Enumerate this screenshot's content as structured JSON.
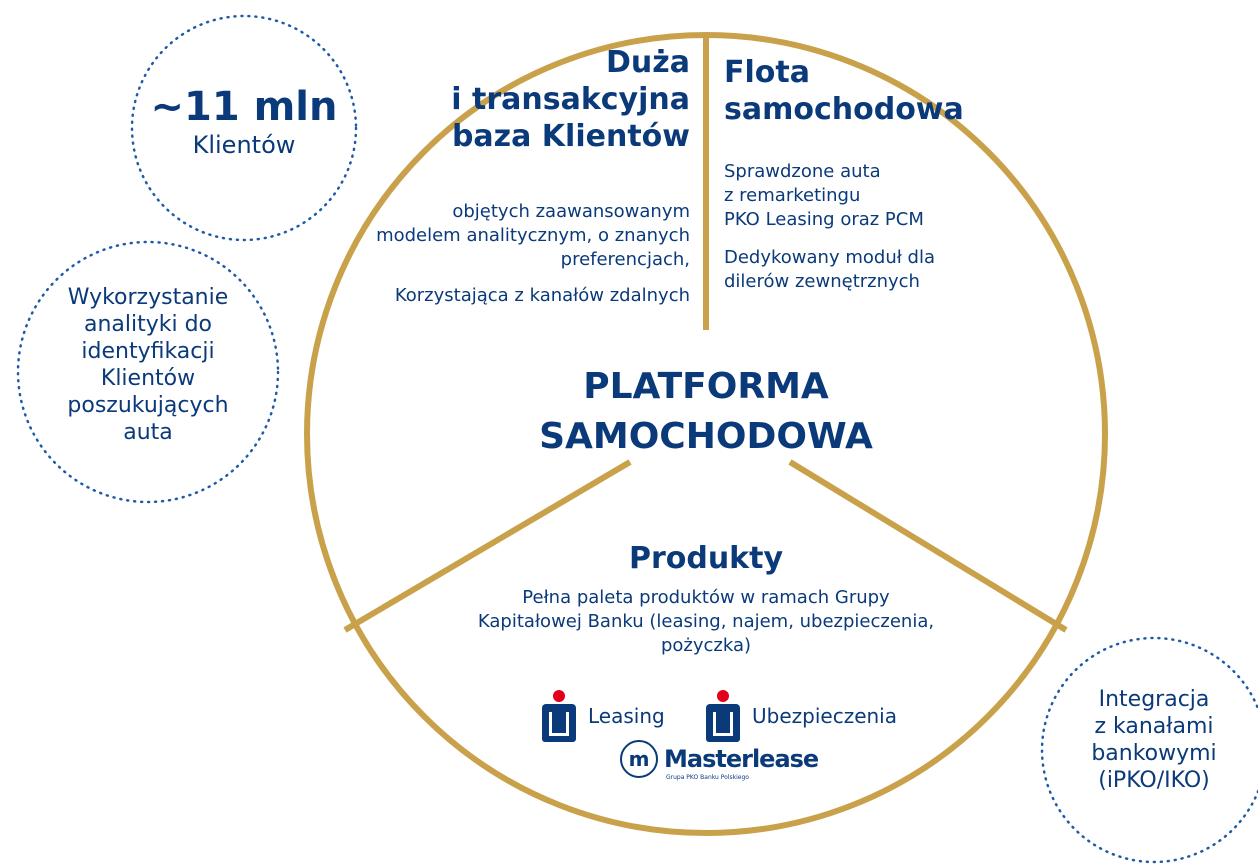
{
  "colors": {
    "gold": "#c9a14a",
    "navy": "#0b3a7a",
    "dots": "#1f5aa6",
    "pko_red": "#e3001b"
  },
  "center": {
    "line1": "PLATFORMA",
    "line2": "SAMOCHODOWA"
  },
  "left_section": {
    "title_1": "Duża",
    "title_2": "i transakcyjna",
    "title_3": "baza Klientów",
    "text_1": "objętych zaawansowanym",
    "text_2": "modelem analitycznym, o znanych",
    "text_3": "preferencjach,",
    "text_4": "Korzystająca z kanałów zdalnych"
  },
  "right_section": {
    "title_1": "Flota",
    "title_2": "samochodowa",
    "text_1": "Sprawdzone auta",
    "text_2": "z remarketingu",
    "text_3": "PKO Leasing oraz PCM",
    "text_4": "Dedykowany moduł dla",
    "text_5": "dilerów zewnętrznych"
  },
  "bottom_section": {
    "title": "Produkty",
    "text_1": "Pełna paleta produktów w ramach Grupy",
    "text_2": "Kapitałowej Banku (leasing, najem, ubezpieczenia,",
    "text_3": "pożyczka)"
  },
  "logos": {
    "leasing": "Leasing",
    "insurance": "Ubezpieczenia",
    "masterlease_mark": "m",
    "masterlease": "Masterlease",
    "masterlease_tagline": "Grupa PKO Banku Polskiego"
  },
  "bubbles": {
    "clients_big": "~11 mln",
    "clients_small": "Klientów",
    "analytics": [
      "Wykorzystanie",
      "analityki do",
      "identyfikacji",
      "Klientów",
      "poszukujących",
      "auta"
    ],
    "integration": [
      "Integracja",
      "z kanałami",
      "bankowymi",
      "(iPKO/IKO)"
    ]
  }
}
